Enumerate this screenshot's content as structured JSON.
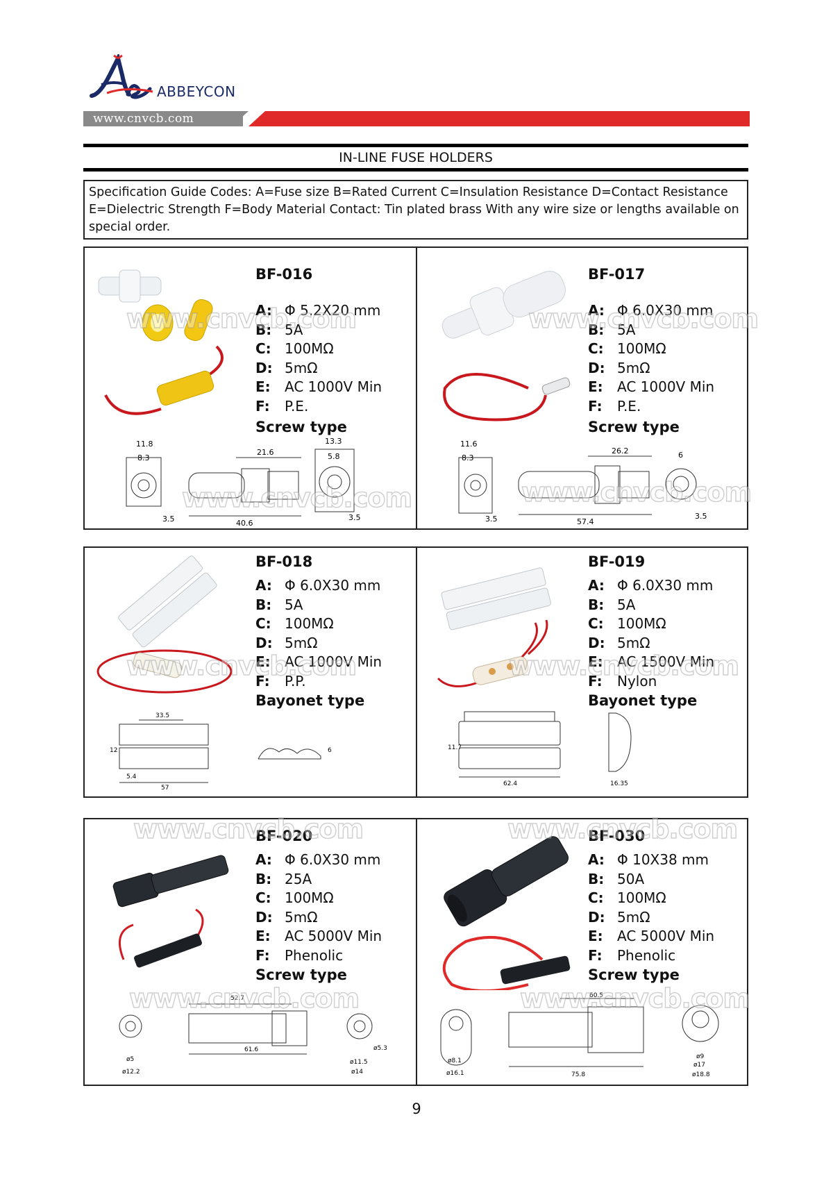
{
  "header": {
    "brand": "ABBEYCON",
    "url": "www.cnvcb.com"
  },
  "title": "IN-LINE FUSE HOLDERS",
  "spec_guide": "Specification Guide Codes: A=Fuse size B=Rated Current C=Insulation Resistance D=Contact Resistance E=Dielectric Strength F=Body Material   Contact: Tin plated brass   With any wire size or lengths available on special order.",
  "watermark": "www.cnvcb.com",
  "spec_keys": [
    "A:",
    "B:",
    "C:",
    "D:",
    "E:",
    "F:"
  ],
  "products": [
    {
      "model": "BF-016",
      "specs": [
        "Φ 5.2X20 mm",
        "5A",
        "100MΩ",
        "5mΩ",
        "AC 1000V Min",
        "P.E."
      ],
      "type": "Screw type",
      "dims": [
        "11.8",
        "8.3",
        "3.5",
        "21.6",
        "40.6",
        "13.3",
        "5.8",
        "3.5"
      ]
    },
    {
      "model": "BF-017",
      "specs": [
        "Φ 6.0X30 mm",
        "5A",
        "100MΩ",
        "5mΩ",
        "AC 1000V Min",
        "P.E."
      ],
      "type": "Screw type",
      "dims": [
        "11.6",
        "8.3",
        "3.5",
        "26.2",
        "57.4",
        "6",
        "3.5"
      ]
    },
    {
      "model": "BF-018",
      "specs": [
        "Φ 6.0X30 mm",
        "5A",
        "100MΩ",
        "5mΩ",
        "AC 1000V Min",
        "P.P."
      ],
      "type": "Bayonet type",
      "dims": [
        "33.5",
        "12",
        "5.4",
        "57",
        "6"
      ]
    },
    {
      "model": "BF-019",
      "specs": [
        "Φ 6.0X30 mm",
        "5A",
        "100MΩ",
        "5mΩ",
        "AC 1500V Min",
        "Nylon"
      ],
      "type": "Bayonet type",
      "dims": [
        "11.7",
        "62.4",
        "16.35"
      ]
    },
    {
      "model": "BF-020",
      "specs": [
        "Φ 6.0X30 mm",
        "25A",
        "100MΩ",
        "5mΩ",
        "AC 5000V Min",
        "Phenolic"
      ],
      "type": "Screw type",
      "dims": [
        "52.7",
        "ø5",
        "ø12.2",
        "61.6",
        "ø5.3",
        "ø11.5",
        "ø14"
      ]
    },
    {
      "model": "BF-030",
      "specs": [
        "Φ 10X38 mm",
        "50A",
        "100MΩ",
        "5mΩ",
        "AC 5000V Min",
        "Phenolic"
      ],
      "type": "Screw type",
      "dims": [
        "60.5",
        "ø8.1",
        "ø16.1",
        "75.8",
        "ø9",
        "ø17",
        "ø18.8"
      ]
    }
  ],
  "page_number": "9",
  "colors": {
    "brand_blue": "#1a2a66",
    "band_red": "#e02a2a",
    "band_grey": "#8a8a8a"
  }
}
